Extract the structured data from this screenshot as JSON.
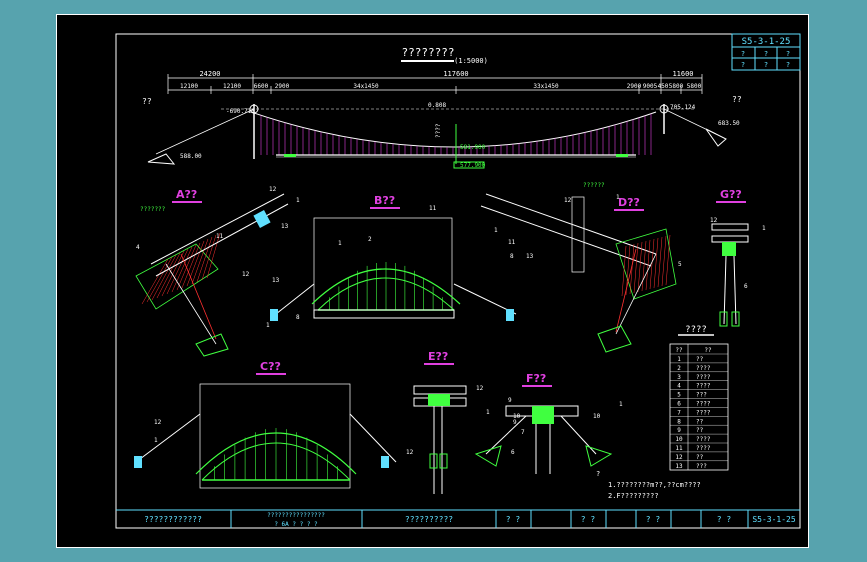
{
  "title": {
    "text": "????????",
    "scale": "(1:5000)"
  },
  "stamp": {
    "code": "S5-3-1-25",
    "cells": [
      "?",
      "?",
      "?",
      "?",
      "?",
      "?"
    ]
  },
  "dims": {
    "top": [
      "24200",
      "117600",
      "11600"
    ],
    "sub": [
      "12100",
      "12100",
      "6600",
      "2900",
      "34x1450",
      "33x1450",
      "2900",
      "9005",
      "450",
      "5800",
      "5800"
    ]
  },
  "labels": {
    "left_tag": "??",
    "right_tag": "??",
    "elev_left": "-690.710",
    "elev_right": "705.124",
    "elev_mid": "0.808",
    "elev_low1": "581.900",
    "elev_low2": "577.900",
    "elev_left_base": "588.00",
    "elev_right_base": "683.50",
    "mid_note": "????"
  },
  "details": {
    "A": "A??",
    "B": "B??",
    "C": "C??",
    "D": "D??",
    "E": "E??",
    "F": "F??",
    "G": "G??",
    "note_a": "???????",
    "note_d": "??????"
  },
  "numbers": [
    "1",
    "2",
    "3",
    "4",
    "5",
    "6",
    "7",
    "8",
    "9",
    "10",
    "11",
    "12",
    "13"
  ],
  "legend": {
    "title": "????",
    "header": [
      "??",
      "??"
    ],
    "rows": [
      [
        "1",
        "??"
      ],
      [
        "2",
        "????"
      ],
      [
        "3",
        "????"
      ],
      [
        "4",
        "????"
      ],
      [
        "5",
        "???"
      ],
      [
        "6",
        "????"
      ],
      [
        "7",
        "????"
      ],
      [
        "8",
        "??"
      ],
      [
        "9",
        "??"
      ],
      [
        "10",
        "????"
      ],
      [
        "11",
        "????"
      ],
      [
        "12",
        "??"
      ],
      [
        "13",
        "???"
      ]
    ]
  },
  "notes": {
    "head": "?",
    "lines": [
      "1.????????m??,??cm????",
      "2.F?????????"
    ]
  },
  "titleblock": {
    "cells": [
      "????????????",
      "????????????????",
      "??????????",
      "? ?",
      "? ?",
      "? ?",
      "? ?",
      "S5-3-1-25"
    ],
    "subline": "? 6A ? ? ? ?"
  },
  "colors": {
    "background": "#57a3ae",
    "sheet": "#000000",
    "line": "#ffffff",
    "green": "#40ff40",
    "magenta": "#e040e0",
    "cyan": "#60e0ff",
    "red": "#ff3030"
  }
}
